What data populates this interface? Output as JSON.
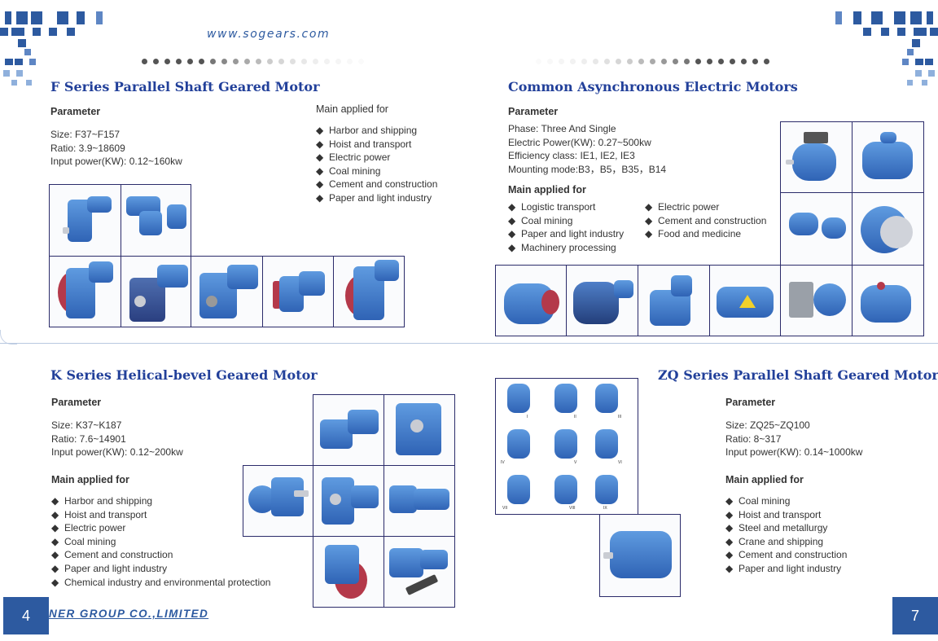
{
  "header": {
    "url": "www.sogears.com"
  },
  "f_series": {
    "title": "F Series Parallel Shaft Geared Motor",
    "param_label": "Parameter",
    "specs": [
      "Size: F37~F157",
      "Ratio: 3.9~18609",
      "Input power(KW): 0.12~160kw"
    ],
    "applied_label": "Main applied for",
    "applications": [
      "Harbor and shipping",
      "Hoist and transport",
      "Electric power",
      "Coal mining",
      "Cement and construction",
      "Paper and light industry"
    ]
  },
  "async_motors": {
    "title": "Common Asynchronous Electric Motors",
    "param_label": "Parameter",
    "specs": [
      "Phase: Three And Single",
      "Electric Power(KW): 0.27~500kw",
      "Efficiency class: IE1, IE2, IE3",
      "Mounting mode:B3，B5，B35，B14"
    ],
    "applied_label": "Main applied for",
    "applications_col1": [
      "Logistic transport",
      "Coal mining",
      "Paper and light industry",
      "Machinery processing"
    ],
    "applications_col2": [
      "Electric power",
      "Cement and construction",
      "Food and medicine"
    ]
  },
  "k_series": {
    "title": "K Series Helical-bevel Geared Motor",
    "param_label": "Parameter",
    "specs": [
      "Size: K37~K187",
      "Ratio: 7.6~14901",
      "Input power(KW): 0.12~200kw"
    ],
    "applied_label": "Main applied for",
    "applications": [
      "Harbor and shipping",
      "Hoist and transport",
      "Electric power",
      "Coal mining",
      "Cement and construction",
      "Paper and light industry",
      "Chemical industry and environmental protection"
    ]
  },
  "zq_series": {
    "title": "ZQ Series Parallel Shaft Geared Motor",
    "param_label": "Parameter",
    "specs": [
      "Size: ZQ25~ZQ100",
      "Ratio: 8~317",
      "Input power(KW): 0.14~1000kw"
    ],
    "applied_label": "Main applied for",
    "applications": [
      "Coal mining",
      "Hoist and transport",
      "Steel and metallurgy",
      "Crane and shipping",
      "Cement and construction",
      "Paper and light industry"
    ],
    "variant_labels": [
      "I",
      "II",
      "III",
      "IV",
      "V",
      "VI",
      "VII",
      "VIII",
      "IX"
    ]
  },
  "footer": {
    "left_page": "4",
    "right_page": "7",
    "company": "NER GROUP CO.,LIMITED"
  },
  "colors": {
    "accent": "#2d5aa0",
    "title": "#22409a",
    "motor_blue": "#3a74c8",
    "flange_red": "#b4394a"
  },
  "bullet_glyph": "◆"
}
